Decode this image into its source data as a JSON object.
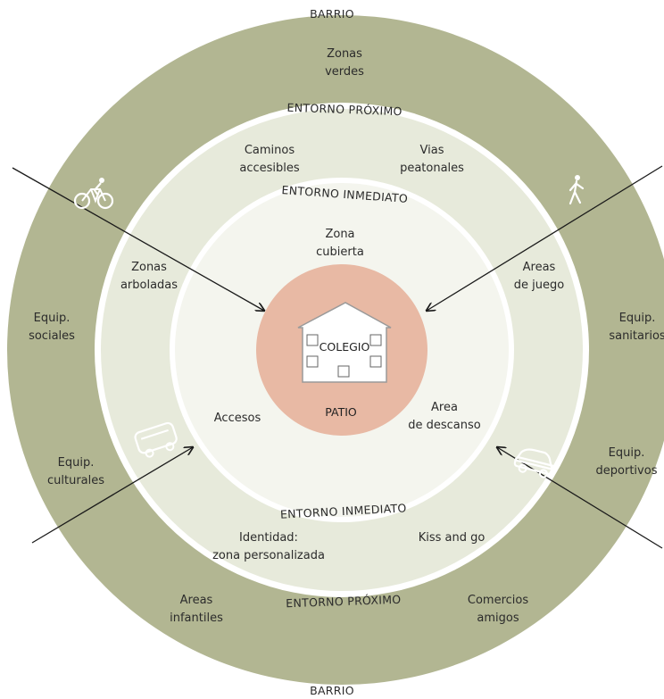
{
  "colors": {
    "outer_ring": "#b2b692",
    "middle_ring": "#e7eadb",
    "inner_ring": "#f4f5ee",
    "core": "#e8b9a4",
    "separator": "#ffffff",
    "arrow": "#1a1a1a"
  },
  "rings": {
    "barrio_top": "BARRIO",
    "barrio_bottom": "BARRIO",
    "entorno_proximo_top": "ENTORNO PRÓXIMO",
    "entorno_proximo_bottom": "ENTORNO PRÓXIMO",
    "entorno_inmediato_top": "ENTORNO INMEDIATO",
    "entorno_inmediato_bottom": "ENTORNO INMEDIATO"
  },
  "core": {
    "colegio": "COLEGIO",
    "patio": "PATIO"
  },
  "barrio_labels": {
    "zonas_verdes": [
      "Zonas",
      "verdes"
    ],
    "equip_sociales": [
      "Equip.",
      "sociales"
    ],
    "equip_culturales": [
      "Equip.",
      "culturales"
    ],
    "areas_infantiles": [
      "Areas",
      "infantiles"
    ],
    "comercios_amigos": [
      "Comercios",
      "amigos"
    ],
    "equip_deportivos": [
      "Equip.",
      "deportivos"
    ],
    "equip_sanitarios": [
      "Equip.",
      "sanitarios"
    ]
  },
  "proximo_labels": {
    "caminos_accesibles": [
      "Caminos",
      "accesibles"
    ],
    "vias_peatonales": [
      "Vias",
      "peatonales"
    ],
    "zonas_arboladas": [
      "Zonas",
      "arboladas"
    ],
    "areas_juego": [
      "Areas",
      "de juego"
    ],
    "identidad": [
      "Identidad:",
      "zona personalizada"
    ],
    "kiss_and_go": [
      "Kiss and go"
    ]
  },
  "inmediato_labels": {
    "zona_cubierta": [
      "Zona",
      "cubierta"
    ],
    "accesos": [
      "Accesos"
    ],
    "area_descanso": [
      "Area",
      "de descanso"
    ]
  },
  "icons": [
    "bicycle-icon",
    "pedestrian-icon",
    "bus-icon",
    "car-icon",
    "school-building-icon"
  ]
}
